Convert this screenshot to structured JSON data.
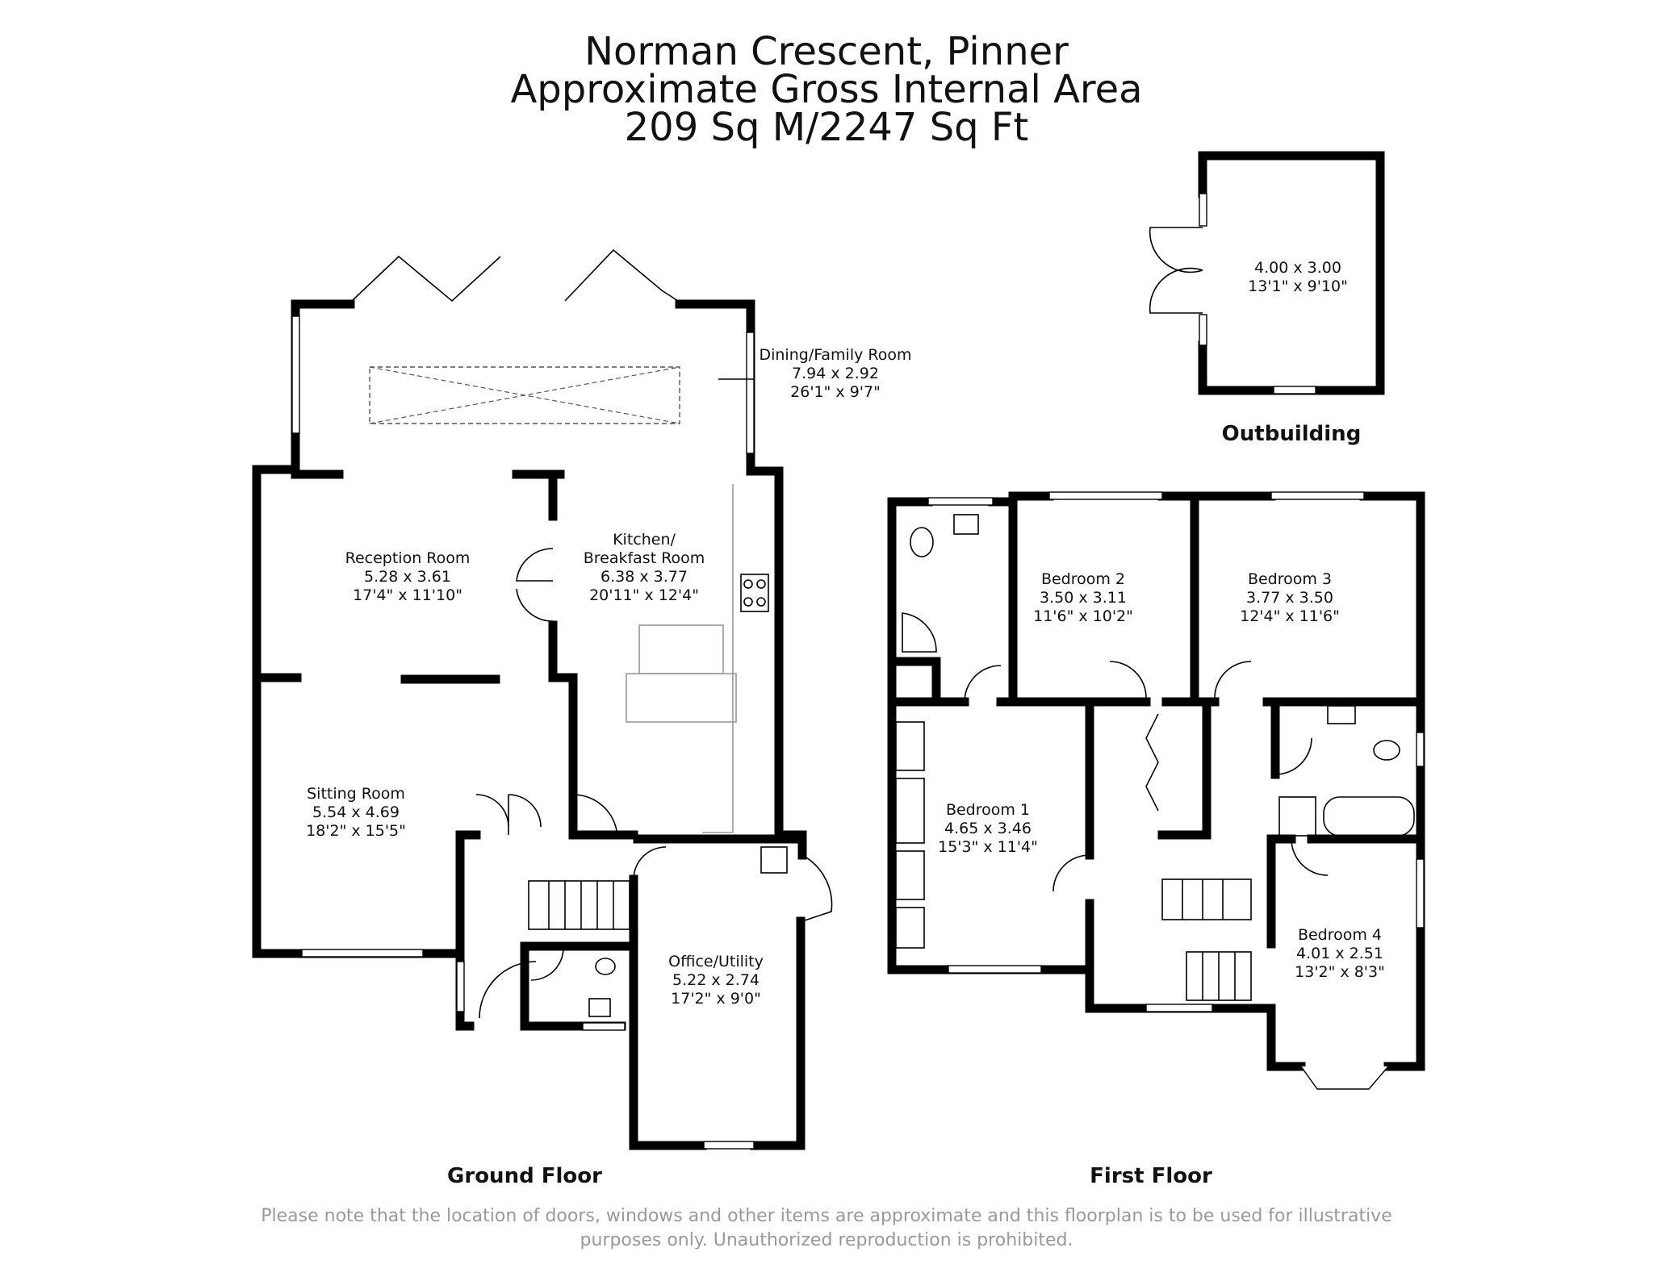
{
  "header": {
    "line1": "Norman Crescent, Pinner",
    "line2": "Approximate Gross Internal Area",
    "line3": "209 Sq M/2247 Sq Ft"
  },
  "floors": {
    "ground": "Ground Floor",
    "first": "First Floor",
    "outbuilding": "Outbuilding"
  },
  "rooms": {
    "dining": {
      "name": "Dining/Family Room",
      "metric": "7.94 x 2.92",
      "imperial": "26'1\" x 9'7\""
    },
    "reception": {
      "name": "Reception Room",
      "metric": "5.28 x 3.61",
      "imperial": "17'4\" x 11'10\""
    },
    "kitchen": {
      "name1": "Kitchen/",
      "name2": "Breakfast Room",
      "metric": "6.38 x 3.77",
      "imperial": "20'11\" x 12'4\""
    },
    "sitting": {
      "name": "Sitting Room",
      "metric": "5.54 x 4.69",
      "imperial": "18'2\" x 15'5\""
    },
    "office": {
      "name": "Office/Utility",
      "metric": "5.22 x 2.74",
      "imperial": "17'2\" x 9'0\""
    },
    "bedroom1": {
      "name": "Bedroom 1",
      "metric": "4.65 x 3.46",
      "imperial": "15'3\" x 11'4\""
    },
    "bedroom2": {
      "name": "Bedroom 2",
      "metric": "3.50 x 3.11",
      "imperial": "11'6\" x 10'2\""
    },
    "bedroom3": {
      "name": "Bedroom 3",
      "metric": "3.77 x 3.50",
      "imperial": "12'4\" x 11'6\""
    },
    "bedroom4": {
      "name": "Bedroom 4",
      "metric": "4.01 x 2.51",
      "imperial": "13'2\" x 8'3\""
    },
    "outbuilding": {
      "metric": "4.00 x 3.00",
      "imperial": "13'1\" x 9'10\""
    }
  },
  "disclaimer": {
    "line1": "Please note that the location of doors, windows and other items are approximate and this floorplan is to be used for illustrative",
    "line2": "purposes only. Unauthorized reproduction is prohibited."
  }
}
